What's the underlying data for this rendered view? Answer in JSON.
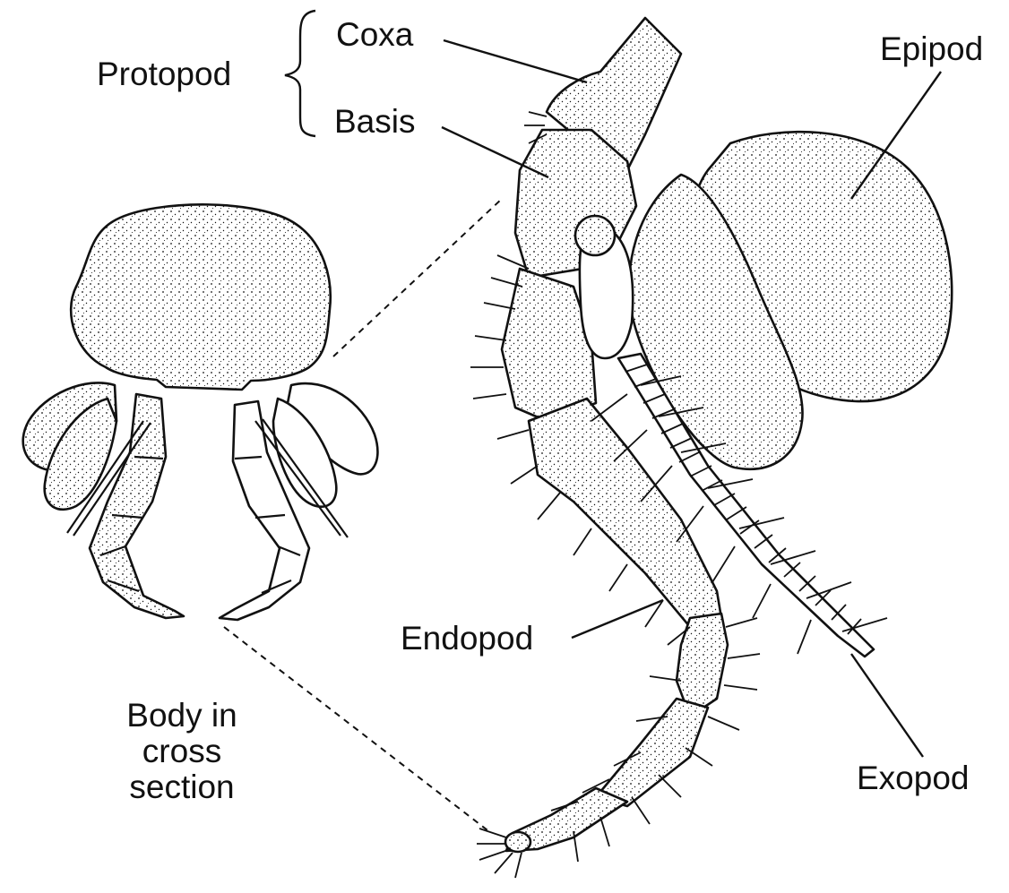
{
  "labels": {
    "protopod": "Protopod",
    "coxa": "Coxa",
    "basis": "Basis",
    "epipod": "Epipod",
    "endopod": "Endopod",
    "exopod": "Exopod",
    "body_line1": "Body in",
    "body_line2": "cross",
    "body_line3": "section"
  },
  "colors": {
    "ink": "#111111",
    "paper": "#ffffff"
  }
}
